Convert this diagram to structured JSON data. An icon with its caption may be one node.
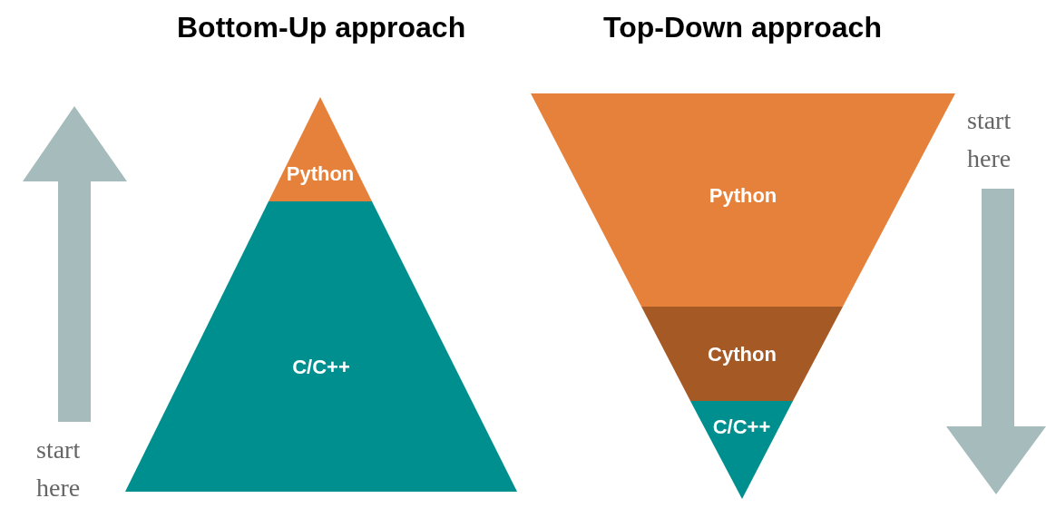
{
  "diagram": {
    "nodes": [
      {
        "text": [
          "Python"
        ]
      },
      {
        "text": [
          "C/C++"
        ]
      },
      {
        "text": [
          "Python"
        ]
      },
      {
        "text": [
          "Cython"
        ]
      },
      {
        "text": [
          "C/C++"
        ]
      }
    ],
    "labels": [
      "Bottom-Up approach",
      "Top-Down approach",
      "start here",
      "start here"
    ]
  }
}
